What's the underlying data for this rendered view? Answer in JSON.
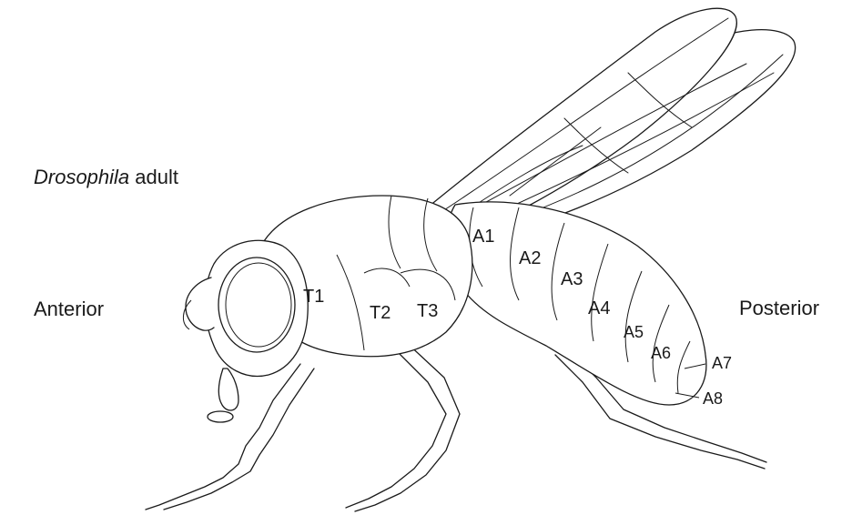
{
  "title": {
    "species": "Drosophila",
    "stage": "adult"
  },
  "orientation": {
    "anterior": "Anterior",
    "posterior": "Posterior"
  },
  "segments": {
    "thorax": [
      {
        "id": "t1",
        "label": "T1"
      },
      {
        "id": "t2",
        "label": "T2"
      },
      {
        "id": "t3",
        "label": "T3"
      }
    ],
    "abdomen": [
      {
        "id": "a1",
        "label": "A1"
      },
      {
        "id": "a2",
        "label": "A2"
      },
      {
        "id": "a3",
        "label": "A3"
      },
      {
        "id": "a4",
        "label": "A4"
      },
      {
        "id": "a5",
        "label": "A5"
      },
      {
        "id": "a6",
        "label": "A6"
      },
      {
        "id": "a7",
        "label": "A7"
      },
      {
        "id": "a8",
        "label": "A8"
      }
    ]
  }
}
